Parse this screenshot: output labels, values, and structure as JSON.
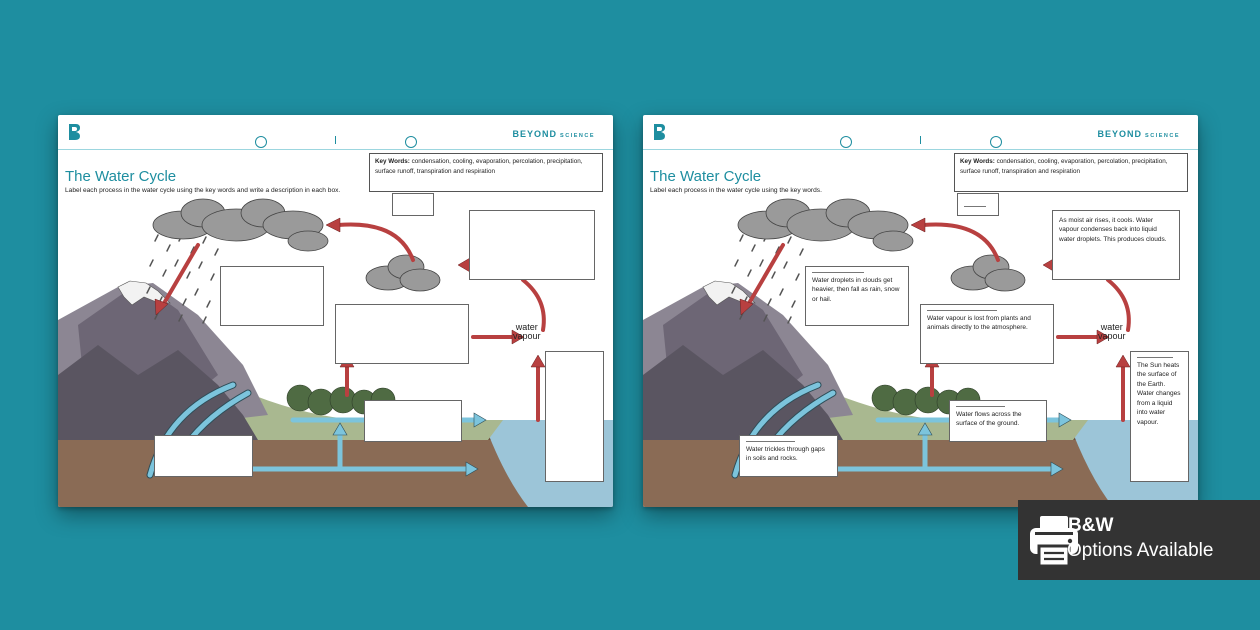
{
  "sheets": [
    {
      "brand": "BEYOND",
      "brand_sub": "SCIENCE",
      "title": "The Water Cycle",
      "instructions": "Label each process in the water cycle using the key words and write a description in each box.",
      "key_words_label": "Key Words:",
      "key_words": "condensation, cooling, evaporation, percolation, precipitation, surface runoff, transpiration and respiration",
      "water_vapour_label": [
        "water",
        "vapour"
      ],
      "boxes": [
        "",
        "",
        "",
        "",
        "",
        "",
        ""
      ]
    },
    {
      "brand": "BEYOND",
      "brand_sub": "SCIENCE",
      "title": "The Water Cycle",
      "instructions": "Label each process in the water cycle using the key words.",
      "key_words_label": "Key Words:",
      "key_words": "condensation, cooling, evaporation, percolation, precipitation, surface runoff, transpiration and respiration",
      "water_vapour_label": [
        "water",
        "vapour"
      ],
      "boxes": [
        "Water droplets in clouds get heavier, then fall as rain, snow or hail.",
        "As moist air rises, it cools. Water vapour condenses back into liquid water droplets. This produces clouds.",
        "Water vapour is lost from plants and animals directly to the atmosphere.",
        "The Sun heats the surface of the Earth. Water changes from a liquid into water vapour.",
        "Water flows across the surface of the ground.",
        "Water trickles through gaps in soils and rocks."
      ]
    }
  ],
  "badge": {
    "line1": "B&W",
    "line2": "Options Available",
    "icon": "printer-icon"
  },
  "colors": {
    "background": "#1e8ea0",
    "accent": "#1e8ea0",
    "arrow_red": "#b84040",
    "arrow_blue": "#7cc4dc",
    "badge_bg": "#333333"
  }
}
